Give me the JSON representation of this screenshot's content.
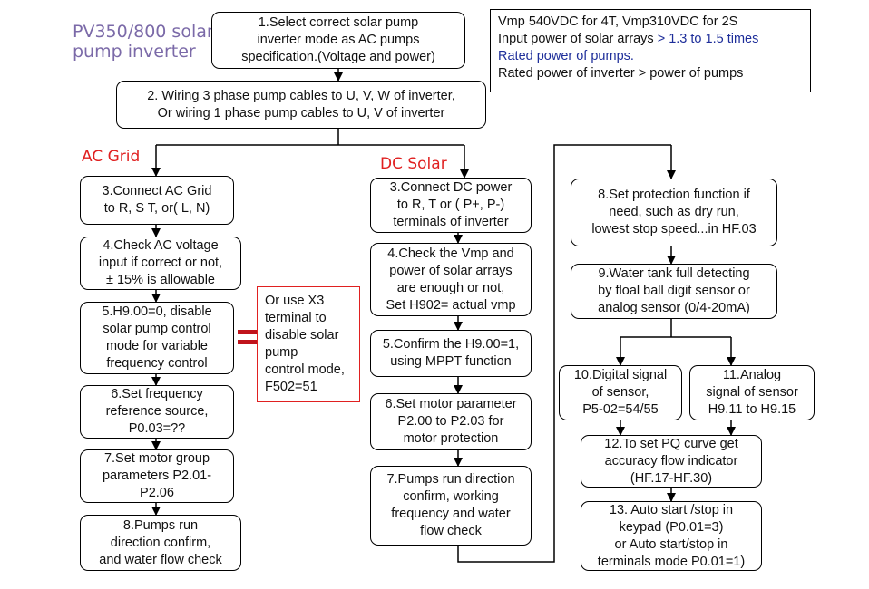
{
  "title": "PV350/800 solar\npump inverter",
  "sections": {
    "ac": "AC Grid",
    "dc": "DC Solar"
  },
  "note": {
    "line1": "Vmp 540VDC for 4T, Vmp310VDC for 2S",
    "line2_prefix": "Input power of solar arrays ",
    "line2_highlight": "> 1.3 to 1.5 times",
    "line3": "Rated power of pumps.",
    "line4": "Rated power of inverter > power of pumps"
  },
  "steps": {
    "s1": "1.Select correct solar pump\ninverter mode as AC pumps\nspecification.(Voltage and power)",
    "s2": "2. Wiring 3 phase pump cables to U, V, W of inverter,\nOr wiring 1 phase pump cables to U, V of inverter",
    "ac3": "3.Connect  AC Grid\nto R, S T, or( L, N)",
    "ac4": "4.Check AC voltage\ninput if correct or not,\n± 15% is allowable",
    "ac5": "5.H9.00=0, disable\nsolar pump control\nmode for variable\nfrequency control",
    "ac6": "6.Set frequency\nreference source,\nP0.03=??",
    "ac7": "7.Set motor group\nparameters P2.01-\nP2.06",
    "ac8": "8.Pumps run\ndirection confirm,\nand water flow check",
    "alt": "Or use X3\nterminal to\ndisable solar\npump\ncontrol mode,\nF502=51",
    "dc3": "3.Connect DC power\nto R, T or ( P+, P-)\nterminals of inverter",
    "dc4": "4.Check the Vmp and\npower of solar arrays\nare enough or not,\nSet H902= actual vmp",
    "dc5": "5.Confirm the H9.00=1,\nusing MPPT function",
    "dc6": "6.Set motor parameter\nP2.00 to P2.03 for\nmotor protection",
    "dc7": "7.Pumps run direction\nconfirm, working\nfrequency and  water\nflow check",
    "r8": "8.Set protection function if\nneed, such as dry run,\nlowest stop speed...in HF.03",
    "r9": "9.Water tank full detecting\nby floal ball digit sensor or\nanalog sensor (0/4-20mA)",
    "r10": "10.Digital signal\nof sensor,\nP5-02=54/55",
    "r11": "11.Analog\nsignal of sensor\nH9.11 to H9.15",
    "r12": "12.To set PQ curve get\naccuracy flow indicator\n(HF.17-HF.30)",
    "r13": "13. Auto start /stop in\nkeypad (P0.01=3)\nor Auto start/stop in\nterminals mode P0.01=1)"
  },
  "colors": {
    "title": "#7b6aa8",
    "section_label": "#e02020",
    "highlight": "#1e2e9a",
    "equals_sign": "#c0141c"
  }
}
